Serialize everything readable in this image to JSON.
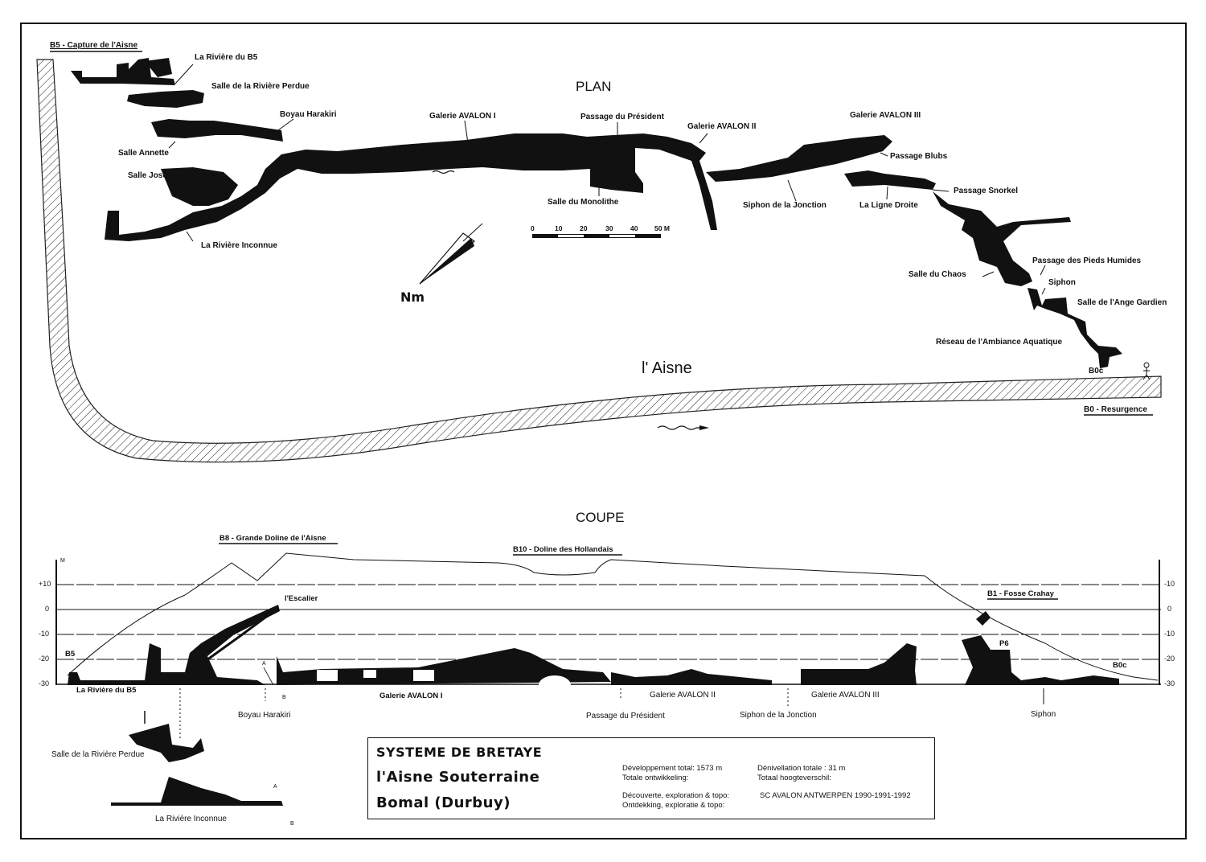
{
  "plan": {
    "title": "PLAN",
    "entrance_b5": "B5 - Capture de l'Aisne",
    "river_name": "l' Aisne",
    "resurgence": "B0 - Resurgence",
    "b0c": "B0c",
    "north_label": "Nm",
    "labels": [
      "La Rivière du B5",
      "Salle de la Rivière Perdue",
      "Boyau Harakiri",
      "Salle Annette",
      "Salle Joseph",
      "La Rivière Inconnue",
      "Galerie AVALON I",
      "Passage du Président",
      "Salle du Monolithe",
      "Galerie AVALON II",
      "Siphon de la Jonction",
      "Galerie AVALON III",
      "Passage Blubs",
      "La Ligne Droite",
      "Passage Snorkel",
      "Salle du Chaos",
      "Passage des Pieds Humides",
      "Siphon",
      "Salle de l'Ange Gardien",
      "Réseau de l'Ambiance Aquatique"
    ],
    "scale": {
      "ticks": [
        "0",
        "10",
        "20",
        "30",
        "40",
        "50 M"
      ]
    }
  },
  "coupe": {
    "title": "COUPE",
    "axis_unit": "M",
    "left_ticks": [
      "+10",
      "0",
      "-10",
      "-20",
      "-30"
    ],
    "right_ticks": [
      "-10",
      "0",
      "-10",
      "-20",
      "-30"
    ],
    "dolines": [
      "B8 - Grande Doline de l'Aisne",
      "B10 - Doline des Hollandais",
      "B1 - Fosse Crahay"
    ],
    "labels": {
      "escalier": "l'Escalier",
      "b5": "B5",
      "riviere_b5": "La Rivière du B5",
      "boyau": "Boyau Harakiri",
      "avalon1": "Galerie AVALON I",
      "president": "Passage du Président",
      "avalon2": "Galerie AVALON II",
      "jonction": "Siphon de la Jonction",
      "avalon3": "Galerie AVALON III",
      "p6": "P6",
      "b0c": "B0c",
      "siphon": "Siphon",
      "a": "A",
      "b": "B"
    },
    "inset_labels": {
      "riviere_perdue": "Salle de la Rivière Perdue",
      "riviere_inconnue": "La Rivière Inconnue",
      "a": "A",
      "b": "B"
    }
  },
  "cartouche": {
    "title1": "SYSTEME DE BRETAYE",
    "title2": "l'Aisne Souterraine",
    "title3": "Bomal (Durbuy)",
    "dev_label_fr": "Développement total:",
    "dev_value": "1573 m",
    "dev_label_nl": "Totale ontwikkeling:",
    "den_label_fr": "Dénivellation totale :",
    "den_value": "31 m",
    "den_label_nl": "Totaal hoogteverschil:",
    "disc_label_fr": "Découverte, exploration & topo:",
    "disc_label_nl": "Ontdekking, exploratie & topo:",
    "disc_value": "SC AVALON ANTWERPEN 1990-1991-1992"
  }
}
